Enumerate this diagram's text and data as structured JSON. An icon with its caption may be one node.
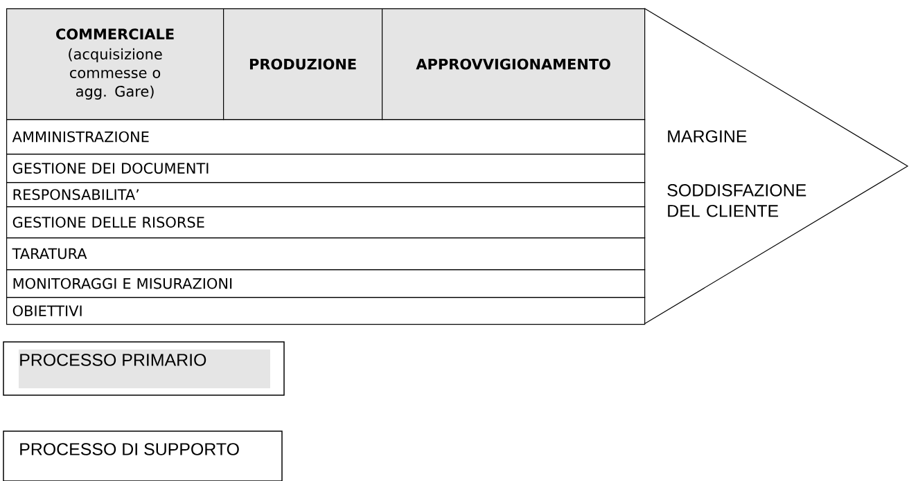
{
  "diagram": {
    "nodes": [
      {
        "text": [
          "COMMERCIALE",
          "(acquisizione commesse o agg. Gare)"
        ]
      },
      {
        "text": [
          "PRODUZIONE"
        ]
      },
      {
        "text": [
          "APPROVVIGIONAMENTO"
        ]
      },
      {
        "text": [
          "AMMINISTRAZIONE"
        ]
      },
      {
        "text": [
          "GESTIONE DEI DOCUMENTI"
        ]
      },
      {
        "text": [
          "RESPONSABILITA’"
        ]
      },
      {
        "text": [
          "GESTIONE DELLE RISORSE"
        ]
      },
      {
        "text": [
          "TARATURA"
        ]
      },
      {
        "text": [
          "MONITORAGGI E MISURAZIONI"
        ]
      },
      {
        "text": [
          "OBIETTIVI"
        ]
      },
      {
        "text": [
          "MARGINE",
          "SODDISFAZIONE DEL CLIENTE"
        ]
      }
    ],
    "edges": [],
    "legend": [
      {
        "text": "PROCESSO PRIMARIO",
        "color": "#e5e5e5"
      },
      {
        "text": "PROCESSO DI SUPPORTO"
      }
    ]
  }
}
